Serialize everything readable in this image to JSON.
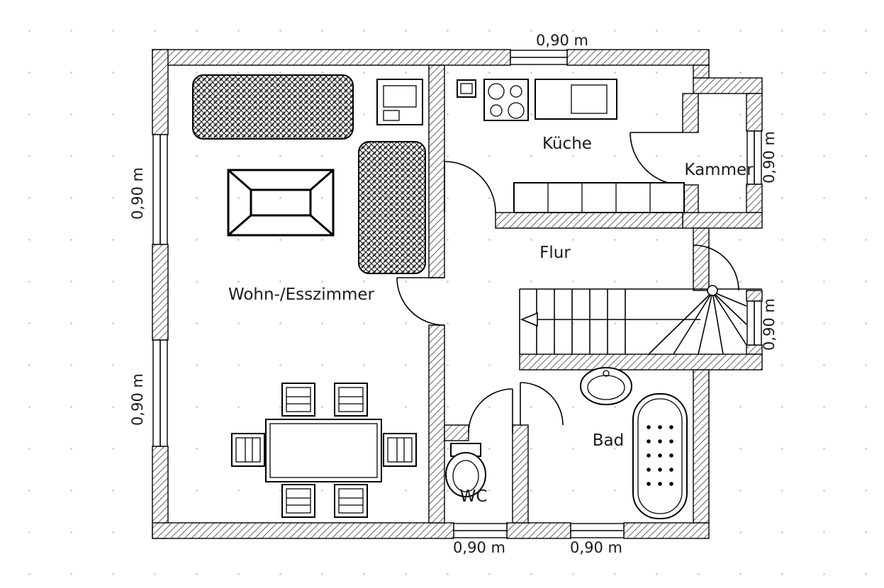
{
  "floorplan": {
    "rooms": {
      "kueche": {
        "label": "Küche"
      },
      "kammer": {
        "label": "Kammer"
      },
      "flur": {
        "label": "Flur"
      },
      "wohn_esszimmer": {
        "label": "Wohn-/Esszimmer"
      },
      "wc": {
        "label": "WC"
      },
      "bad": {
        "label": "Bad"
      }
    },
    "dimensions": {
      "top": {
        "label": "0,90 m"
      },
      "right_upper": {
        "label": "0,90 m"
      },
      "right_middle": {
        "label": "0,90 m"
      },
      "left_upper": {
        "label": "0,90 m"
      },
      "left_lower": {
        "label": "0,90 m"
      },
      "bottom_left": {
        "label": "0,90 m"
      },
      "bottom_right": {
        "label": "0,90 m"
      }
    },
    "colors": {
      "wall_hatch": "#3c3c3c",
      "line": "#000000",
      "grid_dot": "#c8d1db",
      "background": "#ffffff",
      "label": "#1b1b1b"
    }
  }
}
